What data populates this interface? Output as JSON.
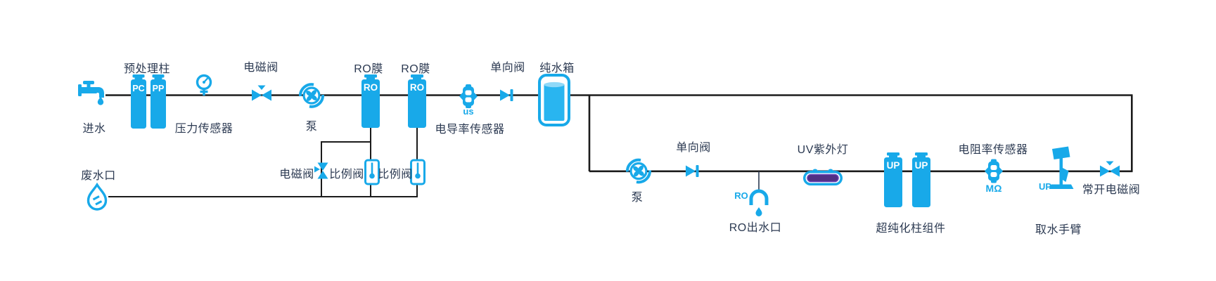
{
  "colors": {
    "accent_cyan": "#18A9E9",
    "water_fill": "#29B5F0",
    "water_light": "#90D9F8",
    "label_navy": "#2C3A52",
    "pipe_black": "#1B1B1B",
    "uv_purple": "#503083"
  },
  "nodes": {
    "inlet": {
      "label": "进水"
    },
    "pretreat": {
      "title": "预处理柱",
      "tag1": "PC",
      "tag2": "PP"
    },
    "pressure": {
      "label": "压力传感器"
    },
    "solenoid_top": {
      "label": "电磁阀"
    },
    "pump1": {
      "label": "泵"
    },
    "ro1": {
      "label": "RO膜",
      "tag": "RO"
    },
    "ro2": {
      "label": "RO膜",
      "tag": "RO"
    },
    "cond": {
      "label": "电导率传感器",
      "unit": "us"
    },
    "check1": {
      "label": "单向阀"
    },
    "tank": {
      "label": "纯水箱"
    },
    "waste": {
      "label": "废水口"
    },
    "solenoid_bottom": {
      "label": "电磁阀"
    },
    "prop1": {
      "label": "比例阀"
    },
    "prop2": {
      "label": "比例阀"
    },
    "pump2": {
      "label": "泵"
    },
    "check2": {
      "label": "单向阀"
    },
    "ro_outlet": {
      "label": "RO出水口",
      "tag": "RO"
    },
    "uv": {
      "label": "UV紫外灯"
    },
    "up_cols": {
      "label": "超纯化柱组件",
      "tag1": "UP",
      "tag2": "UP"
    },
    "res": {
      "label": "电阻率传感器",
      "unit": "MΩ"
    },
    "arm": {
      "label": "取水手臂",
      "tag": "UP"
    },
    "no_valve": {
      "label": "常开电磁阀"
    }
  }
}
